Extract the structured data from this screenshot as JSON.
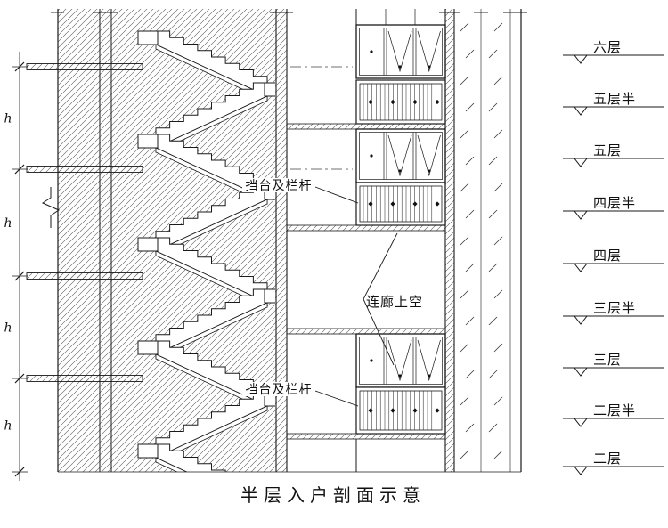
{
  "drawing": {
    "caption": "半层入户剖面示意",
    "levels": [
      {
        "label": "六层"
      },
      {
        "label": "五层半"
      },
      {
        "label": "五层"
      },
      {
        "label": "四层半"
      },
      {
        "label": "四层"
      },
      {
        "label": "三层半"
      },
      {
        "label": "三层"
      },
      {
        "label": "二层半"
      },
      {
        "label": "二层"
      }
    ],
    "dimension_labels": [
      "h",
      "h",
      "h",
      "h"
    ],
    "annotations": {
      "parapet_upper": "挡台及栏杆",
      "parapet_lower": "挡台及栏杆",
      "corridor_void": "连廊上空"
    },
    "colors": {
      "line": "#1a1a1a",
      "hatch": "#555555",
      "background": "#ffffff",
      "text": "#111111"
    }
  }
}
